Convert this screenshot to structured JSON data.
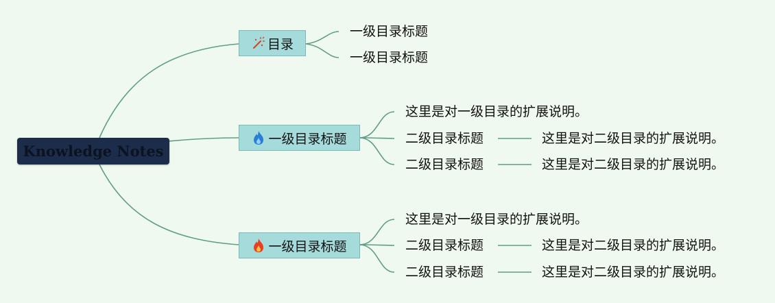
{
  "root": {
    "label": "Knowledge Notes"
  },
  "branches": [
    {
      "icon": "magic-wand-icon",
      "icon_color": "#d04a2e",
      "label": "目录",
      "children": [
        "一级目录标题",
        "一级目录标题"
      ]
    },
    {
      "icon": "blue-flame-icon",
      "icon_color": "#2a7fd4",
      "label": "一级目录标题",
      "note": "这里是对一级目录的扩展说明。",
      "sub": [
        {
          "label": "二级目录标题",
          "note": "这里是对二级目录的扩展说明。"
        },
        {
          "label": "二级目录标题",
          "note": "这里是对二级目录的扩展说明。"
        }
      ]
    },
    {
      "icon": "red-flame-icon",
      "icon_color": "#e8401f",
      "label": "一级目录标题",
      "note": "这里是对一级目录的扩展说明。",
      "sub": [
        {
          "label": "二级目录标题",
          "note": "这里是对二级目录的扩展说明。"
        },
        {
          "label": "二级目录标题",
          "note": "这里是对二级目录的扩展说明。"
        }
      ]
    }
  ],
  "colors": {
    "line": "#5e9e86",
    "branch_fill": "#a6dbdb",
    "root_fill": "#1c2d4b"
  }
}
